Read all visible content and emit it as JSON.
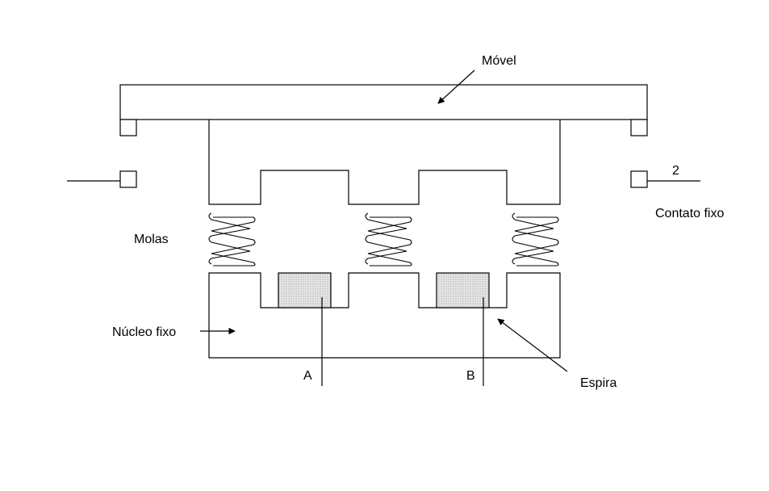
{
  "labels": {
    "movel": "Móvel",
    "molas": "Molas",
    "nucleo_fixo": "Núcleo fixo",
    "espira": "Espira",
    "contato_fixo": "Contato fixo",
    "terminal_2": "2",
    "terminal_a": "A",
    "terminal_b": "B"
  },
  "colors": {
    "line": "#000000",
    "coil_fill": "#d9d9d9",
    "background": "#ffffff"
  }
}
